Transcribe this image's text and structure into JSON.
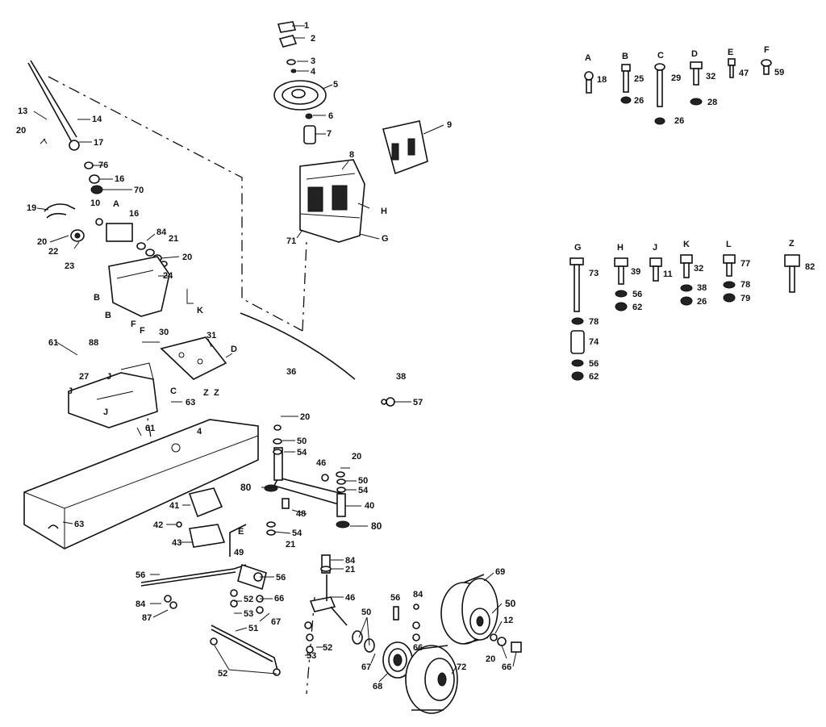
{
  "diagram": {
    "callouts": {
      "c1": "1",
      "c2": "2",
      "c3": "3",
      "c4": "4",
      "c5": "5",
      "c6": "6",
      "c7": "7",
      "c8": "8",
      "c9": "9",
      "c13": "13",
      "c14": "14",
      "c17": "17",
      "c76": "76",
      "c16a": "16",
      "c70": "70",
      "c20a": "20",
      "c19": "19",
      "c10": "10",
      "cA": "A",
      "c16b": "16",
      "c20b": "20",
      "c22": "22",
      "c23": "23",
      "c84a": "84",
      "c21a": "21",
      "c20c": "20",
      "c24": "24",
      "cK1": "K",
      "cB1": "B",
      "cB2": "B",
      "cH1": "H",
      "cG1": "G",
      "c71": "71",
      "c36": "36",
      "c38": "38",
      "c57": "57",
      "c61a": "61",
      "c88": "88",
      "cF1": "F",
      "cF2": "F",
      "c30": "30",
      "c31": "31",
      "cD1": "D",
      "cC1": "C",
      "cZ1": "Z",
      "cZ2": "Z",
      "c27": "27",
      "cJ1": "J",
      "cJ2": "J",
      "cJ3": "J",
      "c63a": "63",
      "c4b": "4",
      "c61b": "61",
      "c63b": "63",
      "c20d": "20",
      "c50a": "50",
      "c54a": "54",
      "c20e": "20",
      "c46a": "46",
      "c50b": "50",
      "c54b": "54",
      "c80a": "80",
      "c48": "48",
      "c40": "40",
      "c54c": "54",
      "c80b": "80",
      "c21b": "21",
      "c41": "41",
      "c42": "42",
      "c43": "43",
      "cE1": "E",
      "c49": "49",
      "c56a": "56",
      "c56b": "56",
      "c84b": "84",
      "c87a": "87",
      "c52a": "52",
      "c66": "66",
      "c53a": "53",
      "c67": "67",
      "c84c": "84",
      "c21c": "21",
      "c46b": "46",
      "c52b": "52",
      "c53b": "53",
      "c51": "51",
      "c52c": "52",
      "c50c": "50",
      "c56c": "56",
      "c84d": "84",
      "c66b": "66",
      "c67b": "67",
      "c69": "69",
      "c72": "72",
      "c68": "68",
      "c12": "12",
      "c20f": "20",
      "c66c": "66",
      "c50d": "50"
    },
    "legend_top": [
      {
        "letter": "A",
        "num": "18"
      },
      {
        "letter": "B",
        "num": "25",
        "nut": "26"
      },
      {
        "letter": "C",
        "num": "29"
      },
      {
        "letter": "D",
        "num": "32",
        "nut": "28"
      },
      {
        "letter": "E",
        "num": "47"
      },
      {
        "letter": "F",
        "num": "59"
      }
    ],
    "legend_top_extra": "26",
    "legend_bottom": [
      {
        "letter": "G",
        "num": "73"
      },
      {
        "letter": "H",
        "num": "39"
      },
      {
        "letter": "J",
        "num": "11"
      },
      {
        "letter": "K",
        "num": "32"
      },
      {
        "letter": "L",
        "num": "77"
      },
      {
        "letter": "Z",
        "num": "82"
      }
    ],
    "legend_g_stack": [
      "78",
      "74",
      "56",
      "62"
    ],
    "legend_h_stack": [
      "56",
      "62"
    ],
    "legend_k_stack": [
      "38",
      "26"
    ],
    "legend_l_stack": [
      "78",
      "79"
    ]
  }
}
